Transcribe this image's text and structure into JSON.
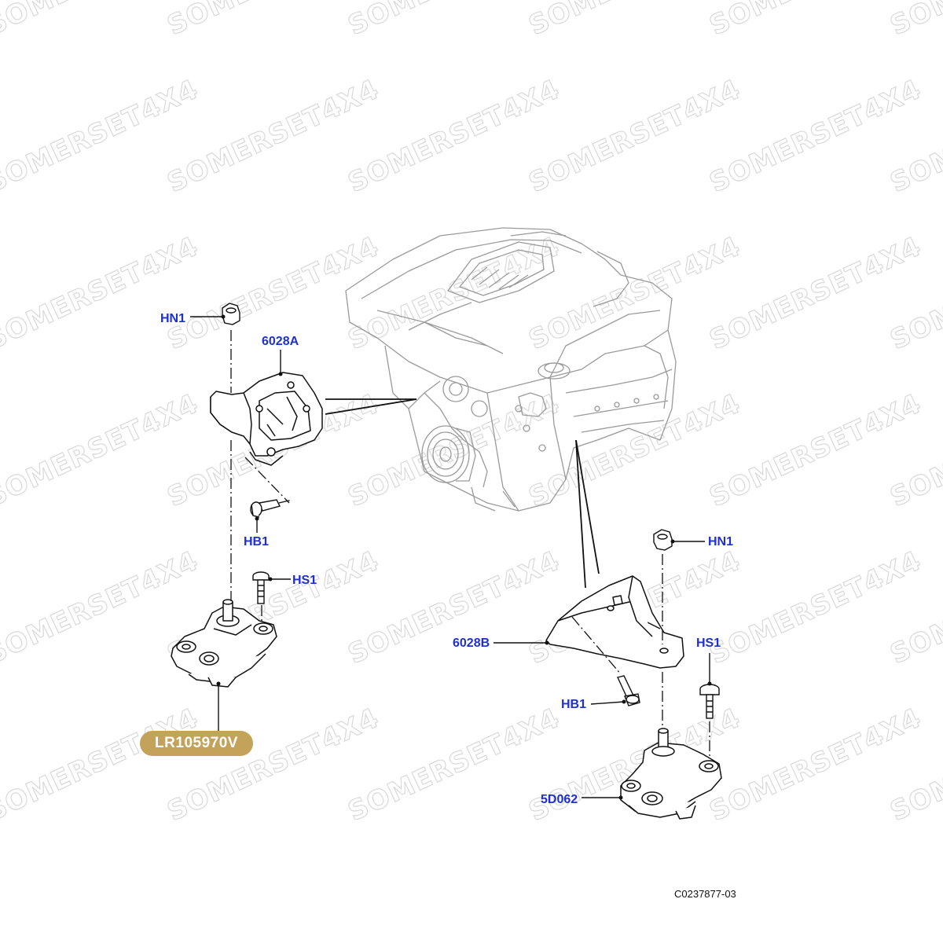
{
  "watermark": {
    "text": "SOMERSET4X4",
    "color": "#d9d9d9"
  },
  "callouts": {
    "hn1_left": "HN1",
    "bracket_a": "6028A",
    "hb1_left": "HB1",
    "hs1_left": "HS1",
    "hn1_right": "HN1",
    "bracket_b": "6028B",
    "hs1_right": "HS1",
    "hb1_right": "HB1",
    "mount_right": "5D062"
  },
  "part_badge": {
    "text": "LR105970V",
    "color": "#c3a25a"
  },
  "diagram_code": "C0237877-03",
  "colors": {
    "callout": "#1f2fd6",
    "line": "#111111",
    "engine_line": "#9a9a9a"
  }
}
